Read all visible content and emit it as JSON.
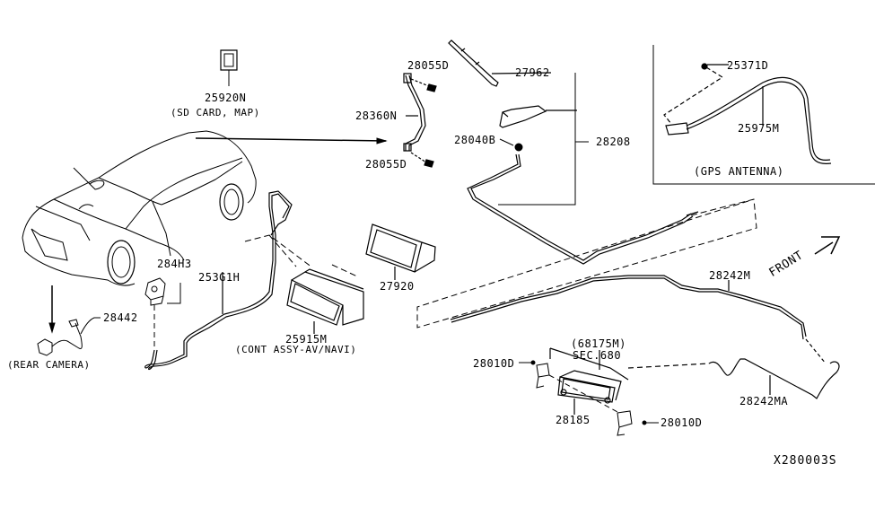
{
  "diagram": {
    "id": "X280003S",
    "direction_label": "FRONT",
    "parts": [
      {
        "code": "25920N",
        "note": "(SD CARD, MAP)"
      },
      {
        "code": "28055D",
        "position": "upper"
      },
      {
        "code": "28360N"
      },
      {
        "code": "28055D",
        "position": "lower"
      },
      {
        "code": "27962"
      },
      {
        "code": "28040B"
      },
      {
        "code": "28208"
      },
      {
        "code": "25371D"
      },
      {
        "code": "25975M"
      },
      {
        "code": "284H3"
      },
      {
        "code": "253G1H"
      },
      {
        "code": "27920"
      },
      {
        "code": "25915M",
        "note": "(CONT ASSY-AV/NAVI)"
      },
      {
        "code": "28442",
        "note": "(REAR CAMERA)"
      },
      {
        "code": "28242M"
      },
      {
        "code": "28242MA"
      },
      {
        "code": "28010D",
        "position": "left"
      },
      {
        "code": "28010D",
        "position": "right"
      },
      {
        "code": "28185"
      },
      {
        "code": "(68175M)",
        "note": "SEC.680"
      }
    ],
    "gps_box": {
      "caption": "(GPS ANTENNA)"
    }
  }
}
